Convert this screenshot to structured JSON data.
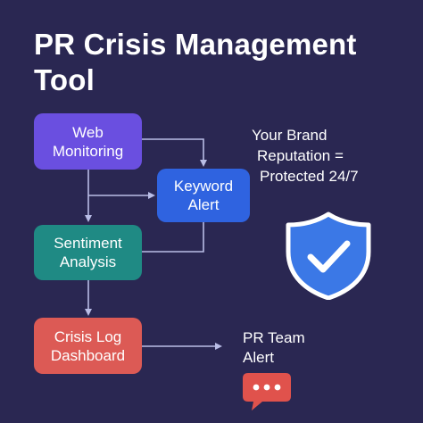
{
  "title": "PR Crisis Management Tool",
  "nodes": {
    "web_monitoring": "Web\nMonitoring",
    "keyword_alert": "Keyword\nAlert",
    "sentiment_analysis": "Sentiment\nAnalysis",
    "crisis_log_dashboard": "Crisis Log\nDashboard"
  },
  "reputation": {
    "line1": "Your Brand",
    "line2": "Reputation =",
    "line3": "Protected 24/7"
  },
  "pr_team_alert": {
    "line1": "PR Team",
    "line2": "Alert"
  },
  "colors": {
    "background": "#2a2752",
    "web_monitoring": "#6a4fe0",
    "keyword_alert": "#2f63e0",
    "sentiment_analysis": "#1f8a84",
    "crisis_log_dashboard": "#dc5a55",
    "connector": "#b9bde6",
    "shield": "#3b78e6",
    "chat_bubble": "#e0524c"
  },
  "icons": {
    "shield": "shield-check-icon",
    "chat": "chat-bubble-icon"
  }
}
